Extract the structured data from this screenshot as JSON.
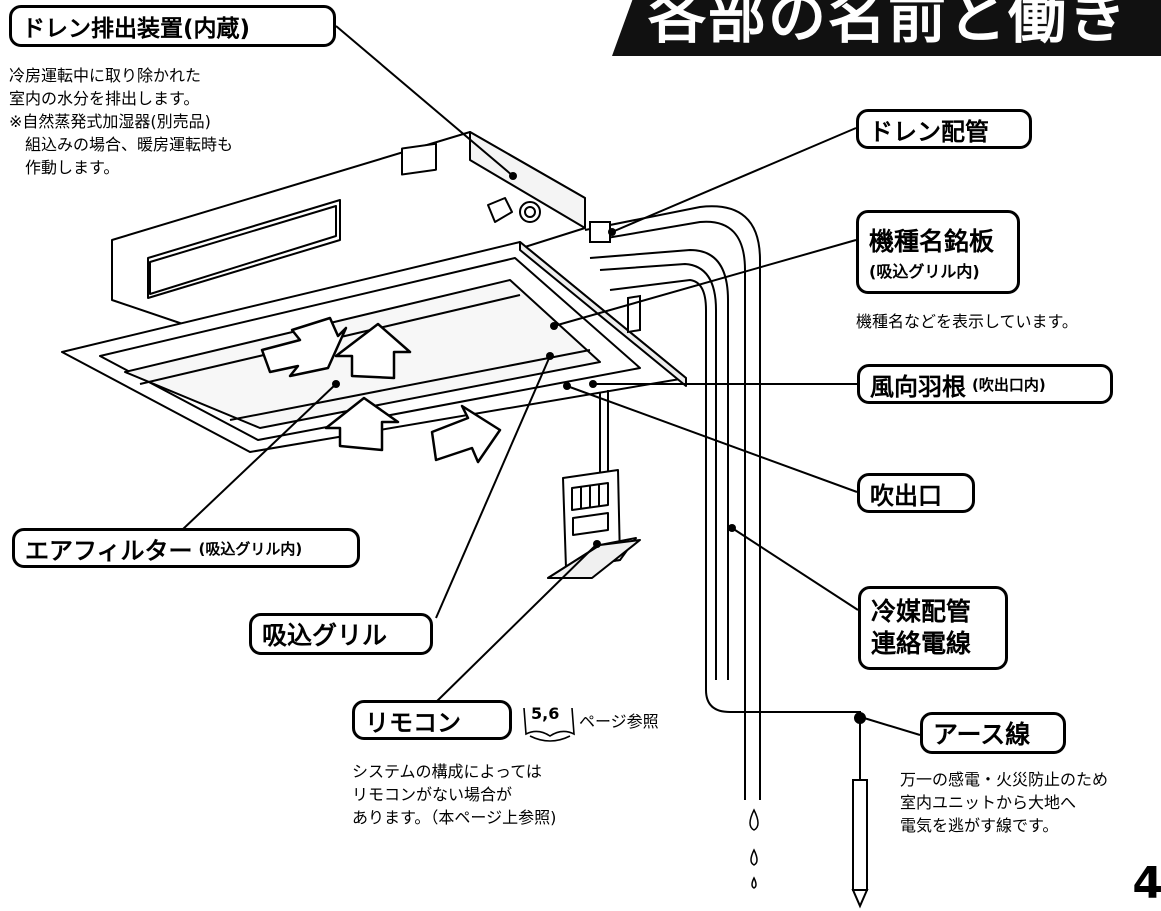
{
  "header": {
    "title": "各部の名前と働き"
  },
  "labels": {
    "drain_device": {
      "title": "ドレン排出装置(内蔵)",
      "desc": [
        "冷房運転中に取り除かれた",
        "室内の水分を排出します。",
        "※自然蒸発式加湿器(別売品)",
        "　組込みの場合、暖房運転時も",
        "　作動します。"
      ]
    },
    "drain_pipe": {
      "title": "ドレン配管"
    },
    "nameplate": {
      "title": "機種名銘板",
      "sub": "(吸込グリル内)",
      "desc": "機種名などを表示しています。"
    },
    "louver": {
      "title": "風向羽根",
      "sub": "(吹出口内)"
    },
    "outlet": {
      "title": "吹出口"
    },
    "air_filter": {
      "title": "エアフィルター",
      "sub": "(吸込グリル内)"
    },
    "refrigerant": {
      "title_line1": "冷媒配管",
      "title_line2": "連絡電線"
    },
    "intake_grille": {
      "title": "吸込グリル"
    },
    "remote": {
      "title": "リモコン",
      "page_ref": "5,6",
      "page_ref_text": "ページ参照",
      "desc": [
        "システムの構成によっては",
        "リモコンがない場合が",
        "あります。（本ページ上参照)"
      ]
    },
    "ground_wire": {
      "title": "アース線",
      "desc": [
        "万一の感電・火災防止のため",
        "室内ユニットから大地へ",
        "電気を逃がす線です。"
      ]
    }
  },
  "page_number": "4"
}
